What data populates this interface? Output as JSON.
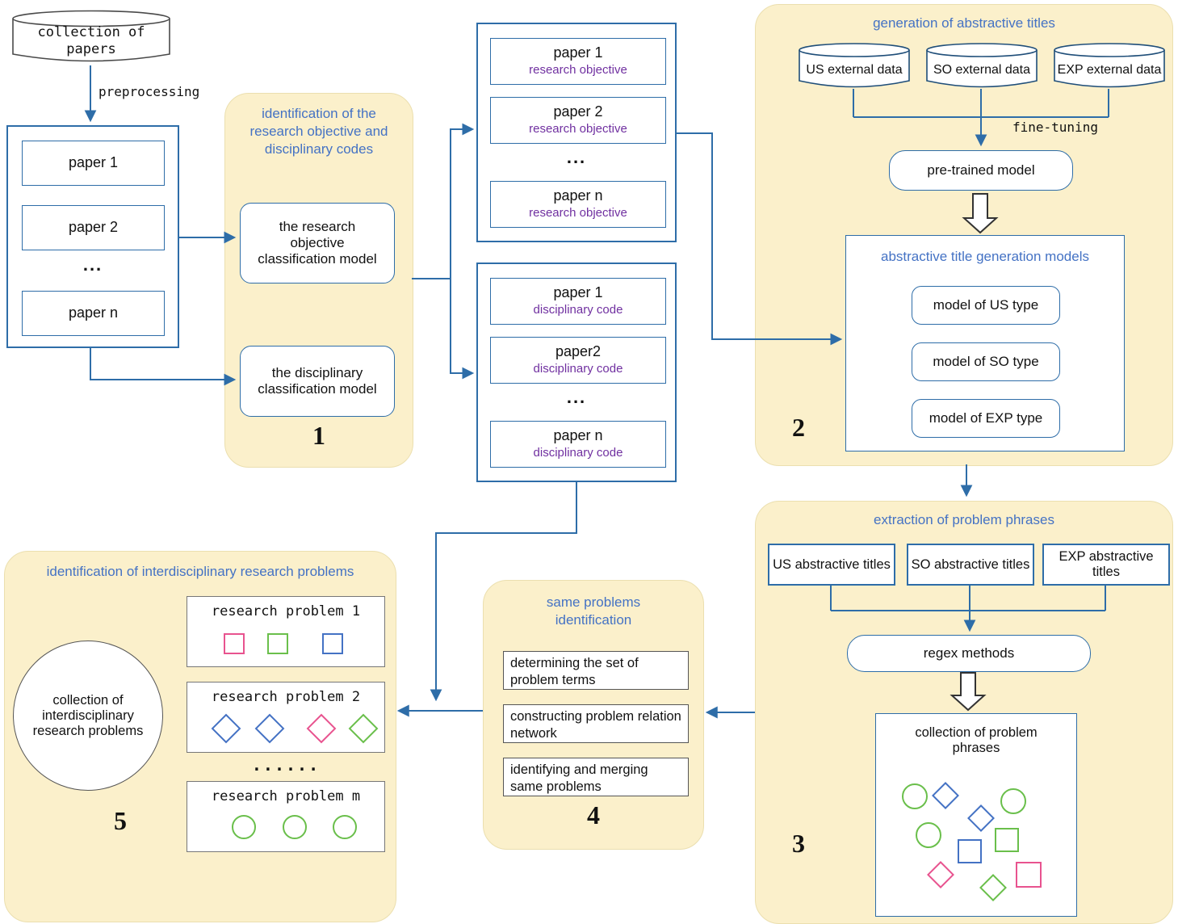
{
  "colors": {
    "stage_bg": "#FBF0CB",
    "diagram_blue": "#2E6DA8",
    "title_blue": "#4472C4",
    "purple": "#7030A0",
    "pink": "#E8538F",
    "green": "#6ABF4B",
    "shape_blue": "#4472C4"
  },
  "source": {
    "cylinder_label": "collection of papers",
    "preprocessing": "preprocessing"
  },
  "papers": {
    "p1": "paper 1",
    "p2": "paper 2",
    "dots": "...",
    "pn": "paper n"
  },
  "stage1": {
    "title": "identification of the research objective and disciplinary codes",
    "model1": "the research objective classification model",
    "model2": "the disciplinary classification model",
    "number": "1"
  },
  "objective_list": {
    "rows": [
      {
        "name": "paper 1",
        "tag": "research objective"
      },
      {
        "name": "paper 2",
        "tag": "research objective"
      },
      {
        "name": "paper n",
        "tag": "research objective"
      }
    ],
    "dots": "..."
  },
  "code_list": {
    "rows": [
      {
        "name": "paper 1",
        "tag": "disciplinary code"
      },
      {
        "name": "paper2",
        "tag": "disciplinary code"
      },
      {
        "name": "paper n",
        "tag": "disciplinary code"
      }
    ],
    "dots": "..."
  },
  "stage2": {
    "title": "generation of abstractive titles",
    "cyl1": "US external data",
    "cyl2": "SO external data",
    "cyl3": "EXP external data",
    "fine_tuning": "fine-tuning",
    "pretrained": "pre-trained model",
    "models_title": "abstractive title generation models",
    "m1": "model of US type",
    "m2": "model of SO type",
    "m3": "model of EXP type",
    "number": "2"
  },
  "stage3": {
    "title": "extraction of problem phrases",
    "t1": "US abstractive titles",
    "t2": "SO abstractive titles",
    "t3": "EXP abstractive titles",
    "regex": "regex methods",
    "collection": "collection of problem phrases",
    "number": "3"
  },
  "stage4": {
    "title": "same problems identification",
    "s1": "determining the set of problem terms",
    "s2": "constructing problem relation network",
    "s3": "identifying and merging same problems",
    "number": "4"
  },
  "stage5": {
    "title": "identification of interdisciplinary research problems",
    "circle": "collection of interdisciplinary research problems",
    "rp1": "research problem 1",
    "rp2": "research problem 2",
    "dots": "......",
    "rpm": "research problem m",
    "number": "5"
  }
}
